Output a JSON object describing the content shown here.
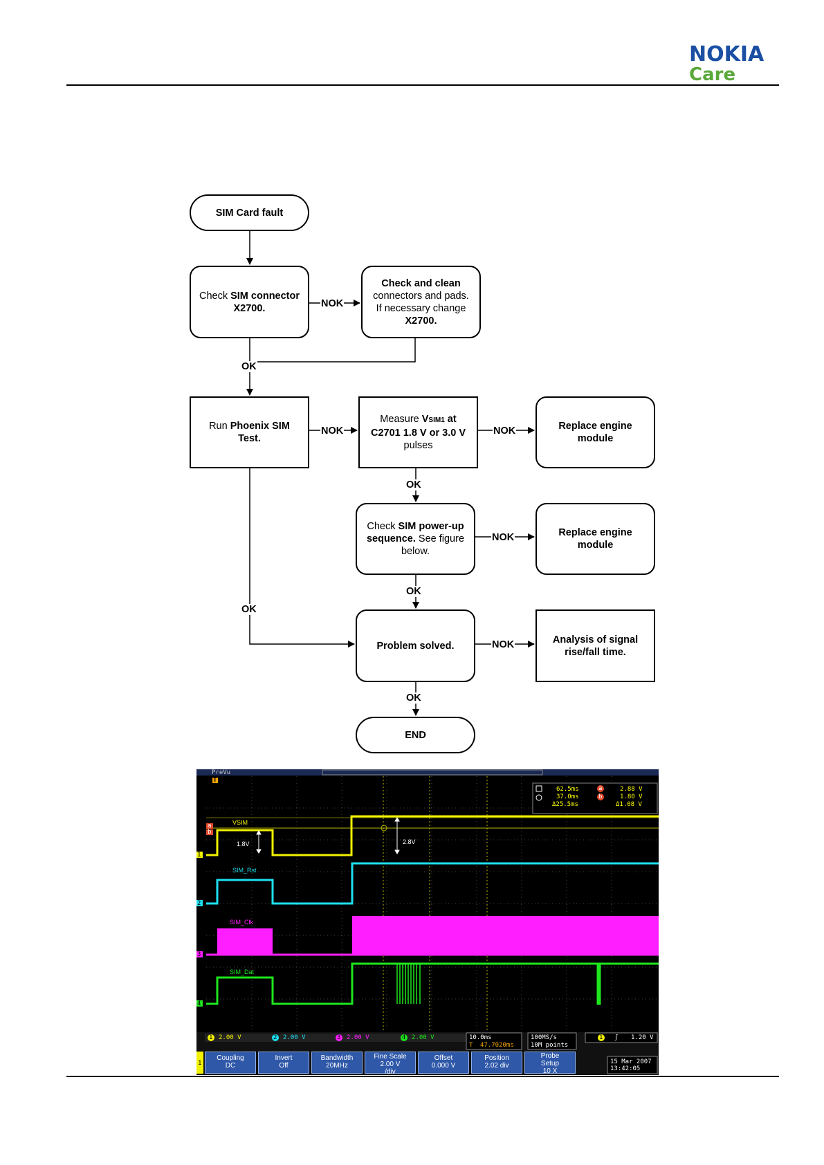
{
  "header": {
    "brand": "NOKIA",
    "sub_brand": "Care"
  },
  "flowchart": {
    "start": "SIM Card fault",
    "check_connector": {
      "pre": "Check ",
      "bold1": "SIM connector",
      "bold2": "X2700."
    },
    "clean_connectors": {
      "bold1": "Check and clean",
      "line2": "connectors and pads.",
      "line3": "If necessary  change",
      "bold2": "X2700."
    },
    "run_test": {
      "pre": "Run ",
      "bold1": "Phoenix SIM",
      "bold2": "Test."
    },
    "measure": {
      "pre": "Measure ",
      "bold_v": "V",
      "sub": "SIM1",
      "bold_at": " at",
      "bold2": "C2701 1.8 V or 3.0 V",
      "line3": "pulses"
    },
    "replace1": "Replace engine module",
    "check_powerup": {
      "pre": "Check ",
      "bold1": "SIM power-up",
      "bold2": "sequence.",
      "post": " See figure",
      "line3": "below."
    },
    "replace2": "Replace engine module",
    "problem_solved": "Problem solved.",
    "analysis": "Analysis of signal rise/fall time.",
    "end": "END",
    "labels": {
      "ok": "OK",
      "nok": "NOK"
    }
  },
  "scope": {
    "top_label": "PreVu",
    "trigger_marker": "T",
    "readout": {
      "cursor_time_a": "62.5ms",
      "cursor_time_b": "37.0ms",
      "delta_time": "Δ25.5ms",
      "cursor_volt_a": "2.88 V",
      "cursor_volt_b": "1.80 V",
      "delta_volt": "Δ1.08 V",
      "marker_a": "a",
      "marker_b": "b"
    },
    "channels": [
      {
        "num": "1",
        "name": "VSIM",
        "color": "#f2f200",
        "scale": "2.00 V"
      },
      {
        "num": "2",
        "name": "SIM_Rst",
        "color": "#1ee0f0",
        "scale": "2.00 V"
      },
      {
        "num": "3",
        "name": "SIM_Clk",
        "color": "#ff1eff",
        "scale": "2.00 V"
      },
      {
        "num": "4",
        "name": "SIM_Dat",
        "color": "#1ee61e",
        "scale": "2.00 V"
      }
    ],
    "annotations": {
      "v1": "1.8V",
      "v2": "2.8V"
    },
    "timebase": {
      "div": "10.0ms",
      "trigger_pos": "47.7020ms"
    },
    "acquisition": {
      "rate": "100MS/s",
      "points": "10M points"
    },
    "trigger": {
      "channel": "1",
      "slope": "ʃ",
      "level": "1.20 V"
    },
    "softkeys": [
      {
        "title": "Coupling",
        "value": "DC"
      },
      {
        "title": "Invert",
        "value": "Off"
      },
      {
        "title": "Bandwidth",
        "value": "20MHz"
      },
      {
        "title": "Fine Scale",
        "value": "2.00 V /div"
      },
      {
        "title": "Offset",
        "value": "0.000 V"
      },
      {
        "title": "Position",
        "value": "2.02 div"
      },
      {
        "title": "Probe Setup",
        "value": "10 X"
      }
    ],
    "date": "15 Mar 2007",
    "time": "13:42:05",
    "colors": {
      "yellow": "#f2f200",
      "cyan": "#1ee0f0",
      "magenta": "#ff1eff",
      "green": "#1ee61e",
      "grid": "#3a3a3a"
    }
  }
}
